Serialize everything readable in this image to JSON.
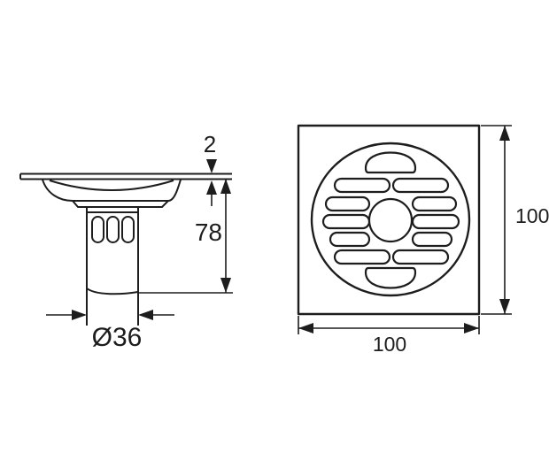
{
  "colors": {
    "line": "#1d1d1d",
    "background": "#ffffff"
  },
  "side_view": {
    "plate_thickness": "2",
    "body_height": "78",
    "pipe_diameter": "Ø36"
  },
  "top_view": {
    "cover_width": "100",
    "cover_height": "100"
  }
}
